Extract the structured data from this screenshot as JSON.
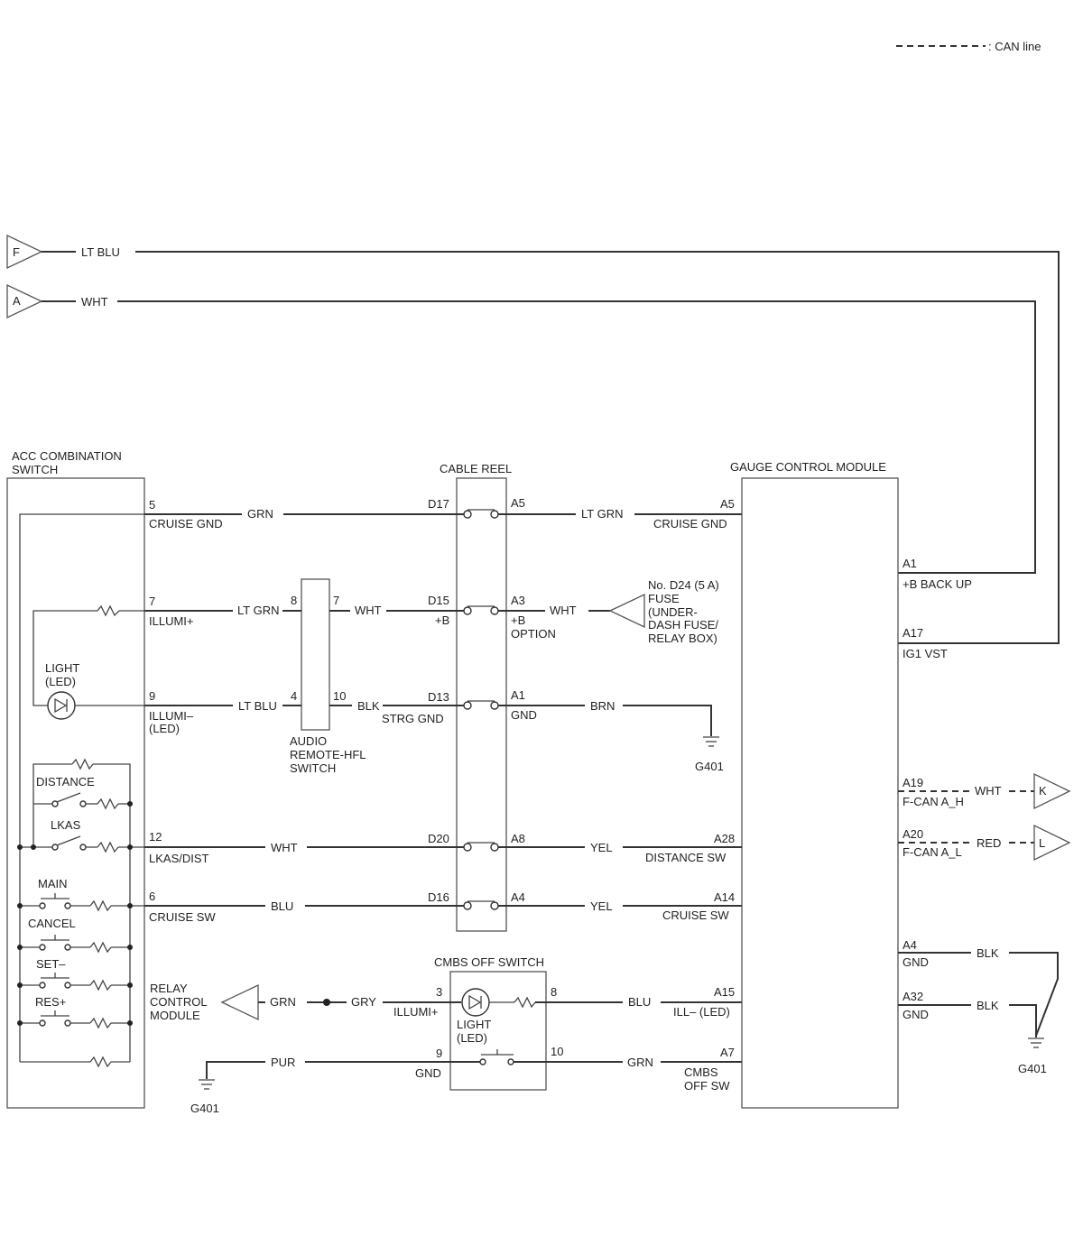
{
  "legend": {
    "can_line": ": CAN line"
  },
  "connectors": {
    "F": "F",
    "A": "A",
    "K": "K",
    "L": "L",
    "relay_tri": ""
  },
  "components": {
    "acc_switch": [
      "ACC COMBINATION",
      "SWITCH"
    ],
    "cable_reel": "CABLE REEL",
    "gauge": "GAUGE CONTROL MODULE",
    "audio": [
      "AUDIO",
      "REMOTE-HFL",
      "SWITCH"
    ],
    "cmbs": "CMBS OFF SWITCH",
    "relay": [
      "RELAY",
      "CONTROL",
      "MODULE"
    ],
    "fuse": [
      "No. D24 (5 A)",
      "FUSE",
      "(UNDER-",
      "DASH FUSE/",
      "RELAY BOX)"
    ],
    "light_acc": [
      "LIGHT",
      "(LED)"
    ],
    "light_cmbs": [
      "LIGHT",
      "(LED)"
    ],
    "switches": {
      "distance": "DISTANCE",
      "lkas": "LKAS",
      "main": "MAIN",
      "cancel": "CANCEL",
      "set": "SET–",
      "res": "RES+"
    }
  },
  "grounds": {
    "g1": "G401",
    "g2": "G401",
    "g3": "G401"
  },
  "wires": {
    "top_lt_blu": "LT BLU",
    "top_wht": "WHT",
    "grn_1": "GRN",
    "lt_grn_cr": "LT GRN",
    "lt_grn_illumi": "LT GRN",
    "wht_audio": "WHT",
    "wht_fuse": "WHT",
    "lt_blu_illumi": "LT BLU",
    "blk_audio": "BLK",
    "brn": "BRN",
    "wht_lkas": "WHT",
    "yel_dist": "YEL",
    "blu_cruise": "BLU",
    "yel_cruise": "YEL",
    "grn_relay": "GRN",
    "gry": "GRY",
    "blu_ill": "BLU",
    "pur": "PUR",
    "grn_cmbs": "GRN",
    "wht_can": "WHT",
    "red_can": "RED",
    "blk_1": "BLK",
    "blk_2": "BLK"
  },
  "pins": {
    "acc_5": "5",
    "acc_cruise_gnd": "CRUISE GND",
    "acc_7": "7",
    "acc_illumi_p": "ILLUMI+",
    "acc_9": "9",
    "acc_illumi_m": [
      "ILLUMI–",
      "(LED)"
    ],
    "acc_12": "12",
    "acc_lkas_dist": "LKAS/DIST",
    "acc_6": "6",
    "acc_cruise_sw": "CRUISE SW",
    "aud_8": "8",
    "aud_7": "7",
    "aud_4": "4",
    "aud_10": "10",
    "cr_d17": "D17",
    "cr_a5": "A5",
    "cr_d15": "D15",
    "cr_b": "+B",
    "cr_a3": "A3",
    "cr_b_option": [
      "+B",
      "OPTION"
    ],
    "cr_d13": "D13",
    "cr_strg_gnd": "STRG GND",
    "cr_a1": "A1",
    "cr_gnd": "GND",
    "cr_d20": "D20",
    "cr_a8": "A8",
    "cr_d16": "D16",
    "cr_a4": "A4",
    "cm_3": "3",
    "cm_illumi_p": "ILLUMI+",
    "cm_8": "8",
    "cm_9": "9",
    "cm_gnd": "GND",
    "cm_10": "10",
    "gcm_a5": "A5",
    "gcm_cruise_gnd": "CRUISE GND",
    "gcm_a1": "A1",
    "gcm_b_backup": "+B BACK UP",
    "gcm_a17": "A17",
    "gcm_ig1": "IG1 VST",
    "gcm_a19": "A19",
    "gcm_fcan_h": "F-CAN A_H",
    "gcm_a20": "A20",
    "gcm_fcan_l": "F-CAN A_L",
    "gcm_a28": "A28",
    "gcm_distance_sw": "DISTANCE SW",
    "gcm_a14": "A14",
    "gcm_cruise_sw": "CRUISE SW",
    "gcm_a4": "A4",
    "gcm_gnd_1": "GND",
    "gcm_a15": "A15",
    "gcm_ill_led": "ILL– (LED)",
    "gcm_a32": "A32",
    "gcm_gnd_2": "GND",
    "gcm_a7": "A7",
    "gcm_cmbs_off": [
      "CMBS",
      "OFF SW"
    ]
  }
}
